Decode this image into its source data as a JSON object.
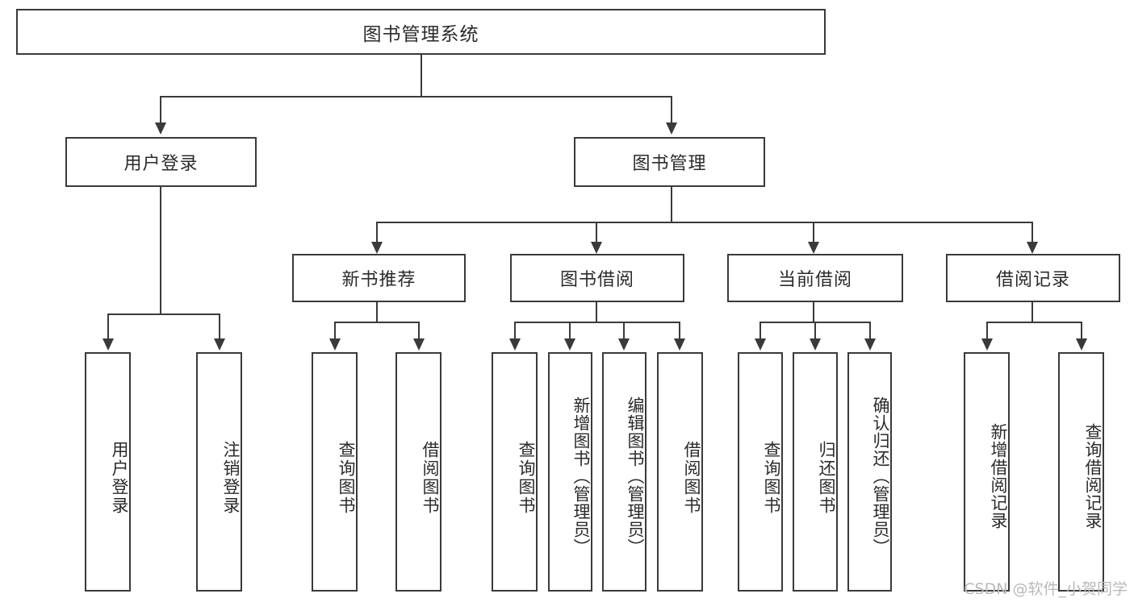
{
  "diagram": {
    "type": "tree",
    "title": "图书管理系统",
    "watermark": "CSDN @软件_小贺同学",
    "colors": {
      "stroke": "#3a3a3a",
      "fill": "#ffffff",
      "text": "#2b2b2b",
      "watermark": "#b9b9b9"
    },
    "levels": [
      {
        "name": "root",
        "labels": [
          "图书管理系统"
        ]
      },
      {
        "name": "level2",
        "labels": [
          "用户登录",
          "图书管理"
        ]
      },
      {
        "name": "level3",
        "labels": [
          "新书推荐",
          "图书借阅",
          "当前借阅",
          "借阅记录"
        ]
      },
      {
        "name": "leaves",
        "labels": [
          "用户登录",
          "注销登录",
          "查询图书",
          "借阅图书",
          "查询图书",
          "新增图书（管理员）",
          "编辑图书（管理员）",
          "借阅图书",
          "查询图书",
          "归还图书",
          "确认归还（管理员）",
          "新增借阅记录",
          "查询借阅记录"
        ]
      }
    ],
    "nodes": {
      "root": {
        "label": "图书管理系统"
      },
      "user_login": {
        "label": "用户登录"
      },
      "book_mgmt": {
        "label": "图书管理"
      },
      "new_book_rec": {
        "label": "新书推荐"
      },
      "book_borrow": {
        "label": "图书借阅"
      },
      "current_borrow": {
        "label": "当前借阅"
      },
      "borrow_record": {
        "label": "借阅记录"
      },
      "leaf_user_login": {
        "label": "用户登录"
      },
      "leaf_logout": {
        "label": "注销登录"
      },
      "leaf_query_book_1": {
        "label": "查询图书"
      },
      "leaf_borrow_book_1": {
        "label": "借阅图书"
      },
      "leaf_query_book_2": {
        "label": "查询图书"
      },
      "leaf_add_book": {
        "label": "新增图书（管理员）"
      },
      "leaf_edit_book": {
        "label": "编辑图书（管理员）"
      },
      "leaf_borrow_book_2": {
        "label": "借阅图书"
      },
      "leaf_query_book_3": {
        "label": "查询图书"
      },
      "leaf_return_book": {
        "label": "归还图书"
      },
      "leaf_confirm_return": {
        "label": "确认归还（管理员）"
      },
      "leaf_add_record": {
        "label": "新增借阅记录"
      },
      "leaf_query_record": {
        "label": "查询借阅记录"
      }
    },
    "edges": [
      {
        "from": "root",
        "to": "user_login"
      },
      {
        "from": "root",
        "to": "book_mgmt"
      },
      {
        "from": "user_login",
        "to": "leaf_user_login"
      },
      {
        "from": "user_login",
        "to": "leaf_logout"
      },
      {
        "from": "book_mgmt",
        "to": "new_book_rec"
      },
      {
        "from": "book_mgmt",
        "to": "book_borrow"
      },
      {
        "from": "book_mgmt",
        "to": "current_borrow"
      },
      {
        "from": "book_mgmt",
        "to": "borrow_record"
      },
      {
        "from": "new_book_rec",
        "to": "leaf_query_book_1"
      },
      {
        "from": "new_book_rec",
        "to": "leaf_borrow_book_1"
      },
      {
        "from": "book_borrow",
        "to": "leaf_query_book_2"
      },
      {
        "from": "book_borrow",
        "to": "leaf_add_book"
      },
      {
        "from": "book_borrow",
        "to": "leaf_edit_book"
      },
      {
        "from": "book_borrow",
        "to": "leaf_borrow_book_2"
      },
      {
        "from": "current_borrow",
        "to": "leaf_query_book_3"
      },
      {
        "from": "current_borrow",
        "to": "leaf_return_book"
      },
      {
        "from": "current_borrow",
        "to": "leaf_confirm_return"
      },
      {
        "from": "borrow_record",
        "to": "leaf_add_record"
      },
      {
        "from": "borrow_record",
        "to": "leaf_query_record"
      }
    ]
  }
}
